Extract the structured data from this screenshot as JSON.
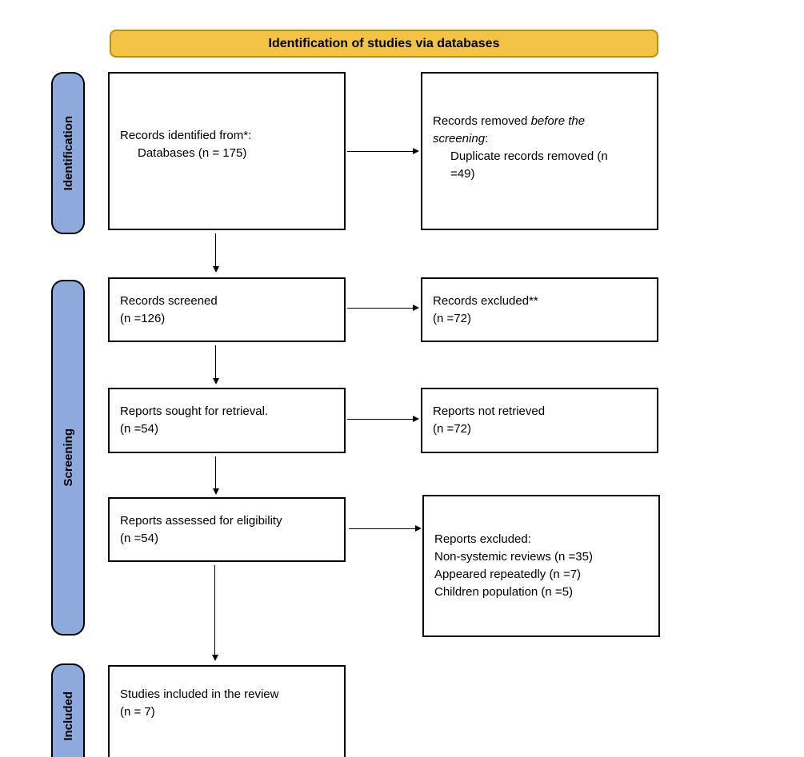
{
  "colors": {
    "banner_fill": "#F2C344",
    "banner_border": "#BF9000",
    "sidebar_fill": "#8EA9DB",
    "box_border": "#000000",
    "background": "#FFFFFF"
  },
  "banner": {
    "label": "Identification of studies via databases"
  },
  "sidebar": {
    "items": [
      {
        "label": "Identification"
      },
      {
        "label": "Screening"
      },
      {
        "label": "Included"
      }
    ]
  },
  "flow": {
    "identified": {
      "line1": "Records identified from*:",
      "line2": "Databases (n = 175)"
    },
    "removed": {
      "prefix": "Records removed ",
      "italic": "before the screening",
      "suffix": ":",
      "detail": "Duplicate records removed (n =49)"
    },
    "screened": {
      "line1": "Records screened",
      "line2": "(n =126)"
    },
    "excluded": {
      "line1": "Records excluded**",
      "line2": "(n =72)"
    },
    "sought": {
      "line1": "Reports sought for retrieval.",
      "line2": "(n =54)"
    },
    "not_retrieved": {
      "line1": "Reports not retrieved",
      "line2": "(n =72)"
    },
    "assessed": {
      "line1": "Reports assessed for eligibility",
      "line2": "(n =54)"
    },
    "reports_excluded": {
      "line1": "Reports excluded:",
      "line2": "Non-systemic reviews (n =35)",
      "line3": "Appeared repeatedly (n =7)",
      "line4": "Children population (n =5)"
    },
    "included": {
      "line1": "Studies included in the review",
      "line2": "(n = 7)"
    }
  }
}
